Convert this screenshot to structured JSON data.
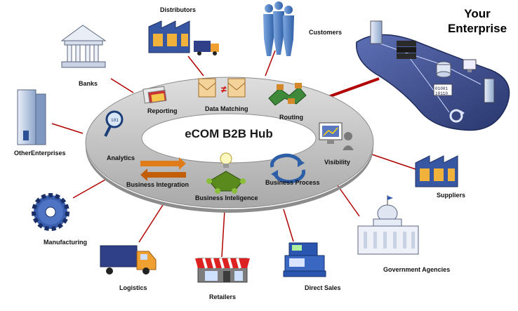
{
  "hub": {
    "title": "eCOM B2B Hub",
    "modules": {
      "reporting": "Reporting",
      "data_matching": "Data Matching",
      "routing": "Routing",
      "analytics": "Analytics",
      "visibility": "Visibility",
      "business_integration": "Business Integration",
      "business_intelligence": "Business Inteligence",
      "business_process": "Business Process"
    }
  },
  "enterprise": {
    "title_line1": "Your",
    "title_line2": "Enterprise"
  },
  "partners": {
    "distributors": "Distributors",
    "customers": "Customers",
    "banks": "Banks",
    "other_enterprises": "OtherEnterprises",
    "suppliers": "Suppliers",
    "manufacturing": "Manufacturing",
    "government_agencies": "Government Agencies",
    "logistics": "Logistics",
    "retailers": "Retailers",
    "direct_sales": "Direct Sales"
  },
  "colors": {
    "connector": "#b00000",
    "ring": "#c8c8c8",
    "ring_edge": "#8c8c8c",
    "platform": "#3a4a8c"
  }
}
